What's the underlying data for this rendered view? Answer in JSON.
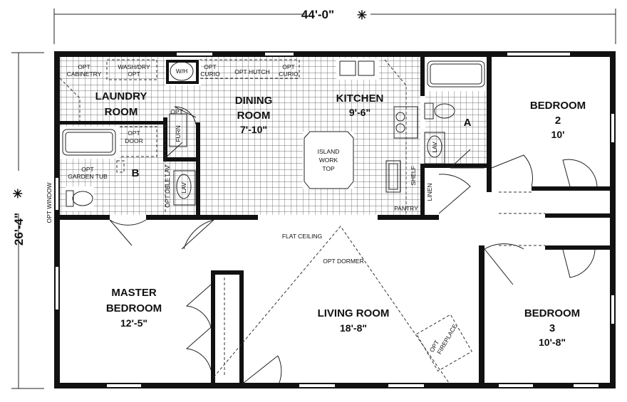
{
  "dimensions": {
    "overall_width": "44'-0\"",
    "overall_depth": "26'-4\"",
    "marker": "✳"
  },
  "rooms": {
    "laundry": {
      "name_line1": "LAUNDRY",
      "name_line2": "ROOM"
    },
    "dining": {
      "name_line1": "DINING",
      "name_line2": "ROOM",
      "size": "7'-10\""
    },
    "kitchen": {
      "name": "KITCHEN",
      "size": "9'-6\""
    },
    "bedroom2": {
      "name_line1": "BEDROOM",
      "name_line2": "2",
      "size": "10'"
    },
    "bedroom3": {
      "name_line1": "BEDROOM",
      "name_line2": "3",
      "size": "10'-8\""
    },
    "master": {
      "name_line1": "MASTER",
      "name_line2": "BEDROOM",
      "size": "12'-5\""
    },
    "living": {
      "name": "LIVING ROOM",
      "size": "18'-8\""
    },
    "bath_a": "A",
    "bath_b": "B"
  },
  "notes": {
    "opt": "OPT",
    "cabinetry": "CABINETRY",
    "wash_dry": "WASH/DRY",
    "wh": "W/H",
    "curio": "CURIO",
    "opt_hutch": "OPT HUTCH",
    "door": "DOOR",
    "furn": "FURN",
    "garden_tub": "GARDEN TUB",
    "opt_dble_lav": "OPT DBLE LAV",
    "lav": "LAV",
    "island_line1": "ISLAND",
    "island_line2": "WORK",
    "island_line3": "TOP",
    "shelf": "SHELF",
    "linen": "LINEN",
    "pantry": "PANTRY",
    "flat_ceiling": "FLAT CEILING",
    "opt_dormer": "OPT DORMER",
    "opt_window": "OPT WINDOW",
    "fireplace": "FIREPLACE"
  }
}
